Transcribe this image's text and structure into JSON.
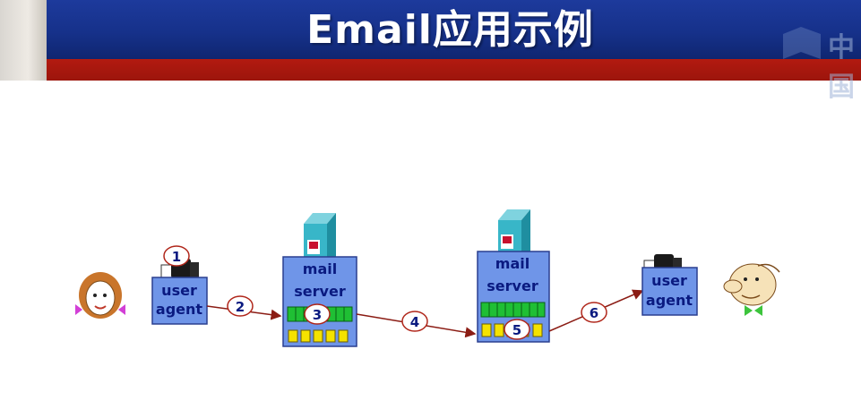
{
  "slide": {
    "title": "Email应用示例",
    "watermark": "中国"
  },
  "diagram": {
    "user_agent_label_line1": "user",
    "user_agent_label_line2": "agent",
    "mail_server_label_line1": "mail",
    "mail_server_label_line2": "server",
    "steps": [
      "1",
      "2",
      "3",
      "4",
      "5",
      "6"
    ],
    "colors": {
      "box_fill": "#6f95e8",
      "box_stroke": "#2a3f8f",
      "label_text": "#0a1a80",
      "queue_green": "#1fbf34",
      "queue_yellow": "#f5e200",
      "arrow": "#8b1c14",
      "step_circle_stroke": "#b0261a",
      "tower_teal": "#38b6c8",
      "tower_red": "#c8102e"
    }
  }
}
